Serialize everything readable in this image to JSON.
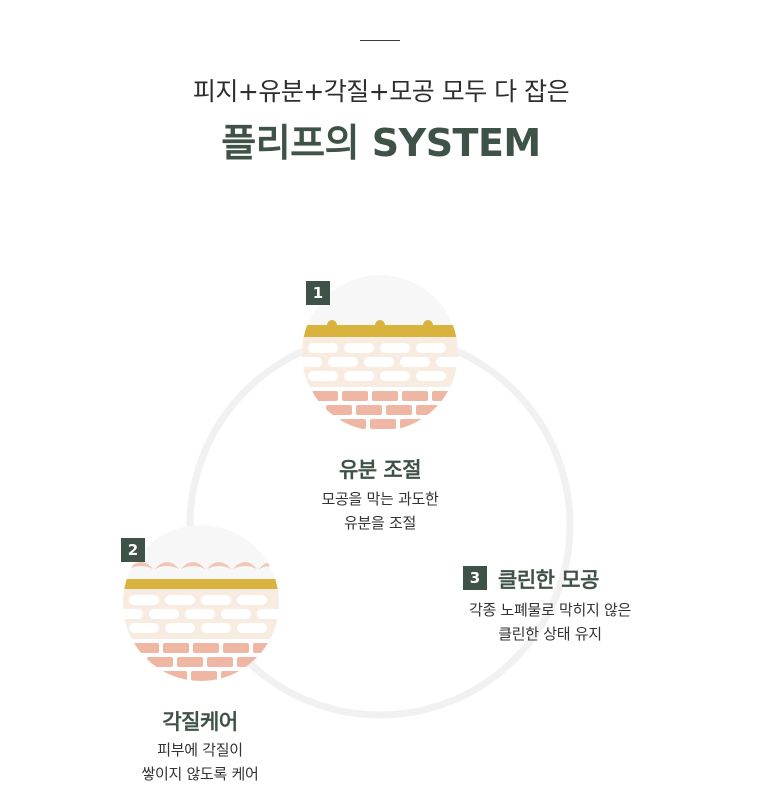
{
  "header": {
    "subtitle": "피지+유분+각질+모공 모두 다 잡은",
    "title": "플리프의 SYSTEM"
  },
  "steps": [
    {
      "number": "1",
      "title": "유분 조절",
      "desc_lines": [
        "모공을 막는 과도한",
        "유분을 조절"
      ]
    },
    {
      "number": "2",
      "title": "각질케어",
      "desc_lines": [
        "피부에 각질이",
        "쌓이지 않도록 케어"
      ]
    },
    {
      "number": "3",
      "title": "클린한 모공",
      "desc_lines": [
        "각종 노폐물로 막히지 않은",
        "클린한 상태 유지"
      ]
    }
  ],
  "colors": {
    "accent_green": "#3f5247",
    "oil_yellow": "#d8b43e",
    "skin_cream": "#f5e6d8",
    "skin_pink": "#efb7a3",
    "circle_gray": "#f2f2f2"
  },
  "icons": {
    "step1": "oil-control-skin-layer-icon",
    "step2": "exfoliation-skin-layer-icon"
  }
}
